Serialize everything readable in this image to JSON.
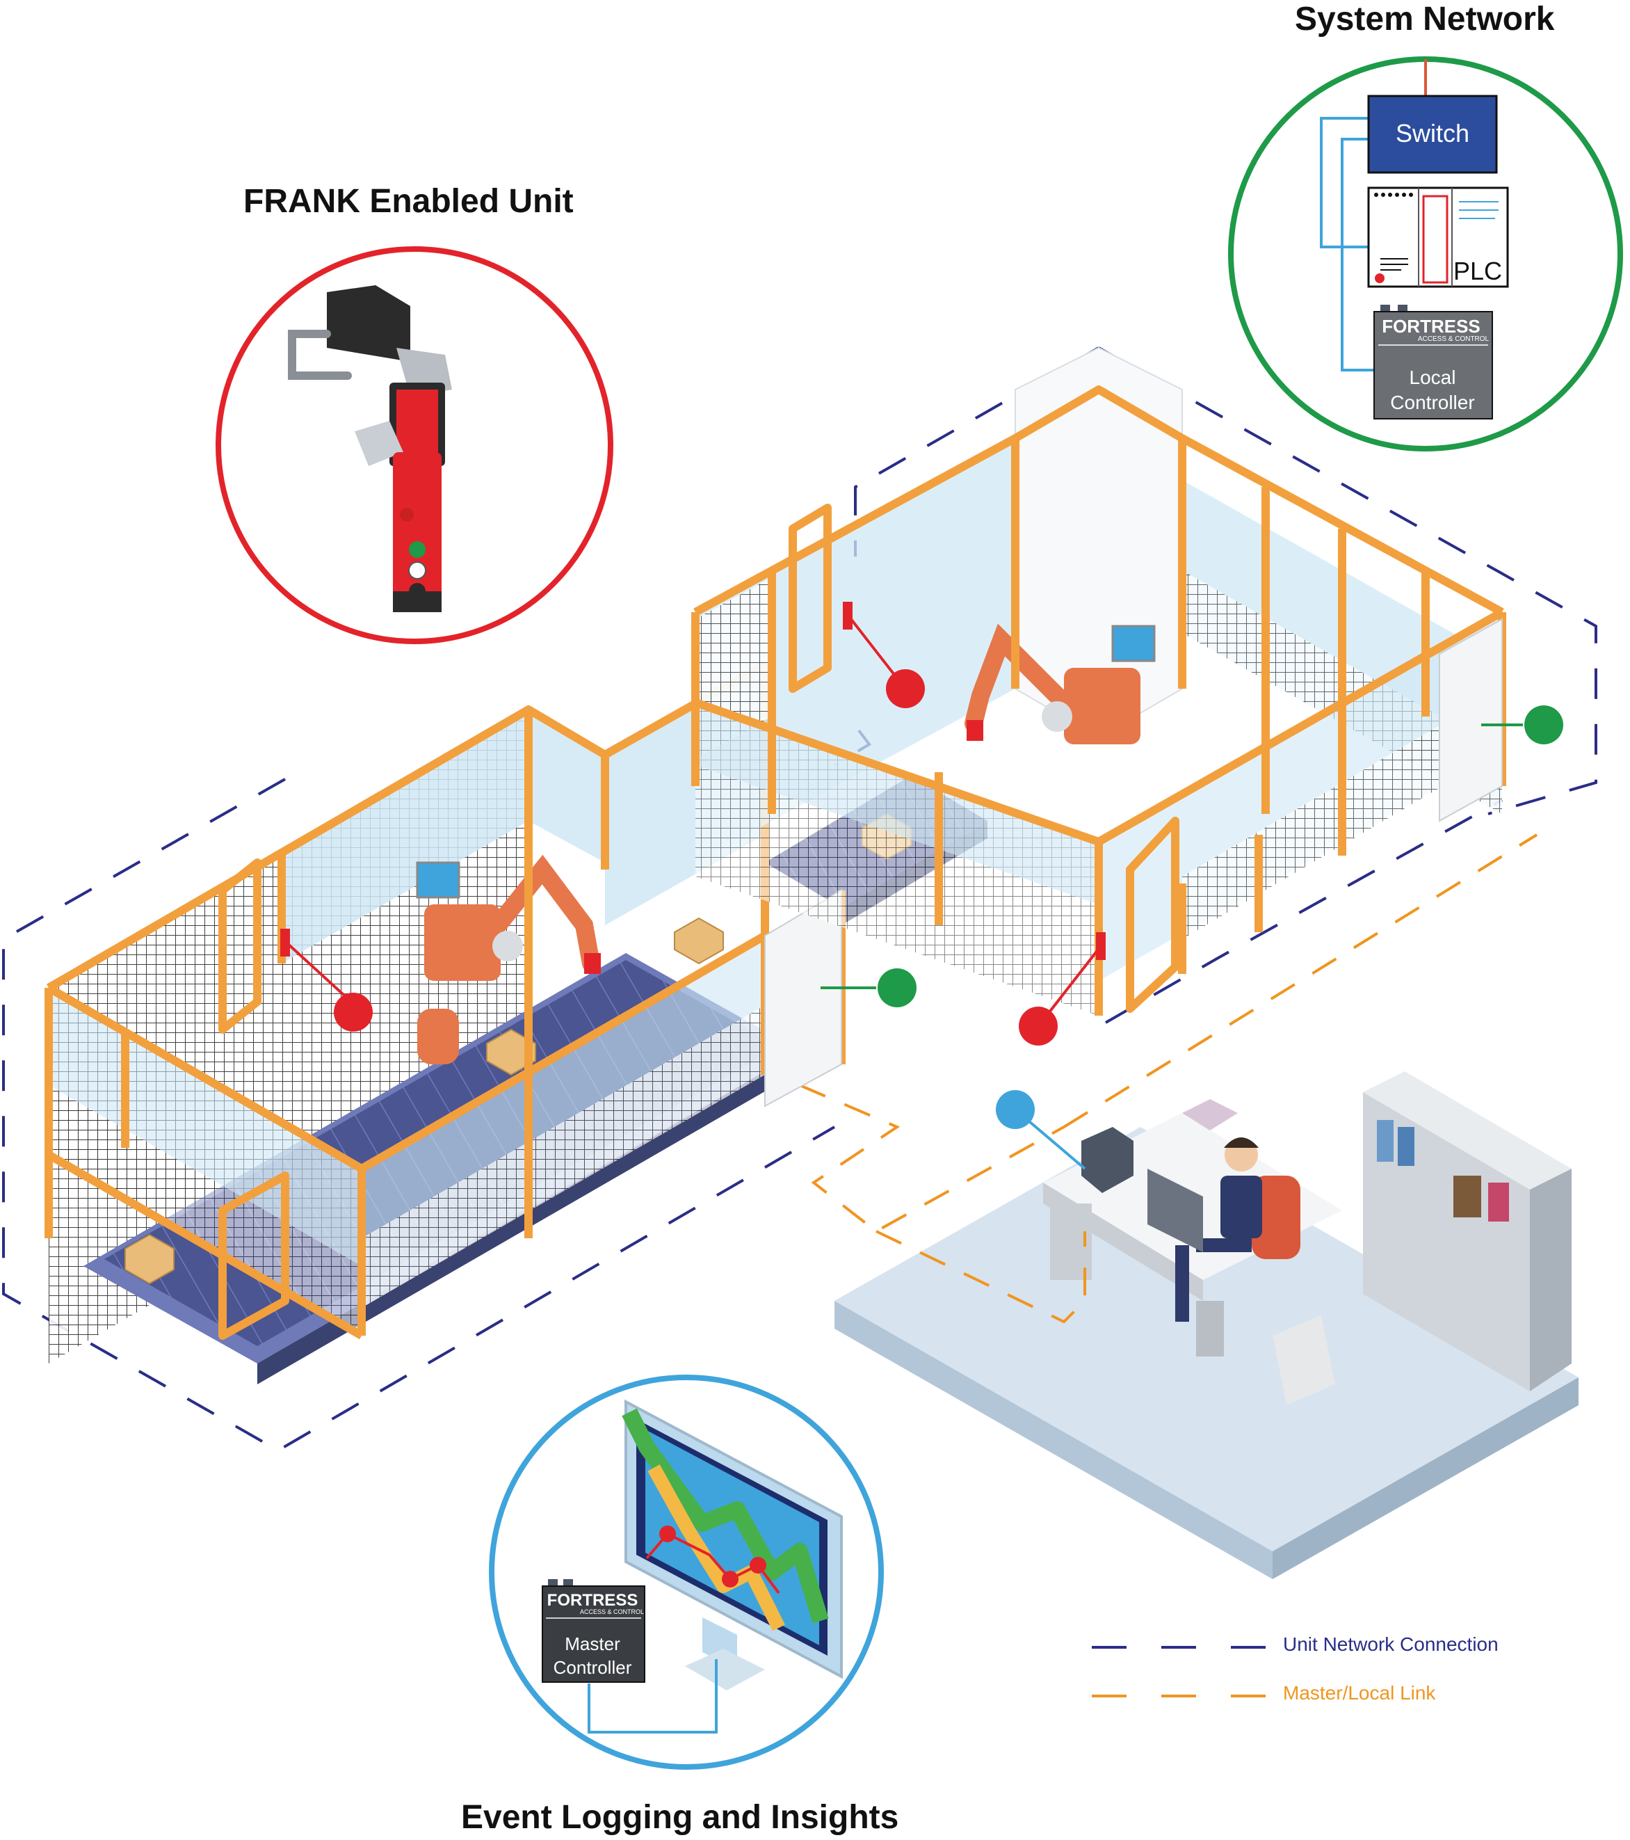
{
  "headings": {
    "system_network": "System Network",
    "frank_unit": "FRANK Enabled Unit",
    "event_logging": "Event Logging and Insights"
  },
  "system_network": {
    "switch_label": "Switch",
    "plc_label": "PLC",
    "local_controller": {
      "brand": "FORTRESS",
      "brand_sub": "ACCESS & CONTROL",
      "line1": "Local",
      "line2": "Controller"
    }
  },
  "event_logging": {
    "master_controller": {
      "brand": "FORTRESS",
      "brand_sub": "ACCESS & CONTROL",
      "line1": "Master",
      "line2": "Controller"
    }
  },
  "legend": {
    "unit_network": "Unit Network Connection",
    "master_local": "Master/Local Link"
  },
  "colors": {
    "unit_network_line": "#2a2d87",
    "master_local_line": "#f0951f",
    "frank_circle": "#e3232a",
    "system_circle": "#1e9a48",
    "event_circle": "#3fa4db",
    "switch_box": "#2c4d9e",
    "fence_frame": "#f2a03d",
    "conveyor": "#4a5592",
    "door_node": "#e3232a",
    "unit_node": "#1e9a48",
    "office_node": "#3fa4db"
  },
  "icons": [
    "safety-interlock-icon",
    "robot-arm-icon",
    "conveyor-icon",
    "package-icon",
    "office-worker-icon",
    "monitor-chart-icon",
    "bookshelf-icon"
  ]
}
